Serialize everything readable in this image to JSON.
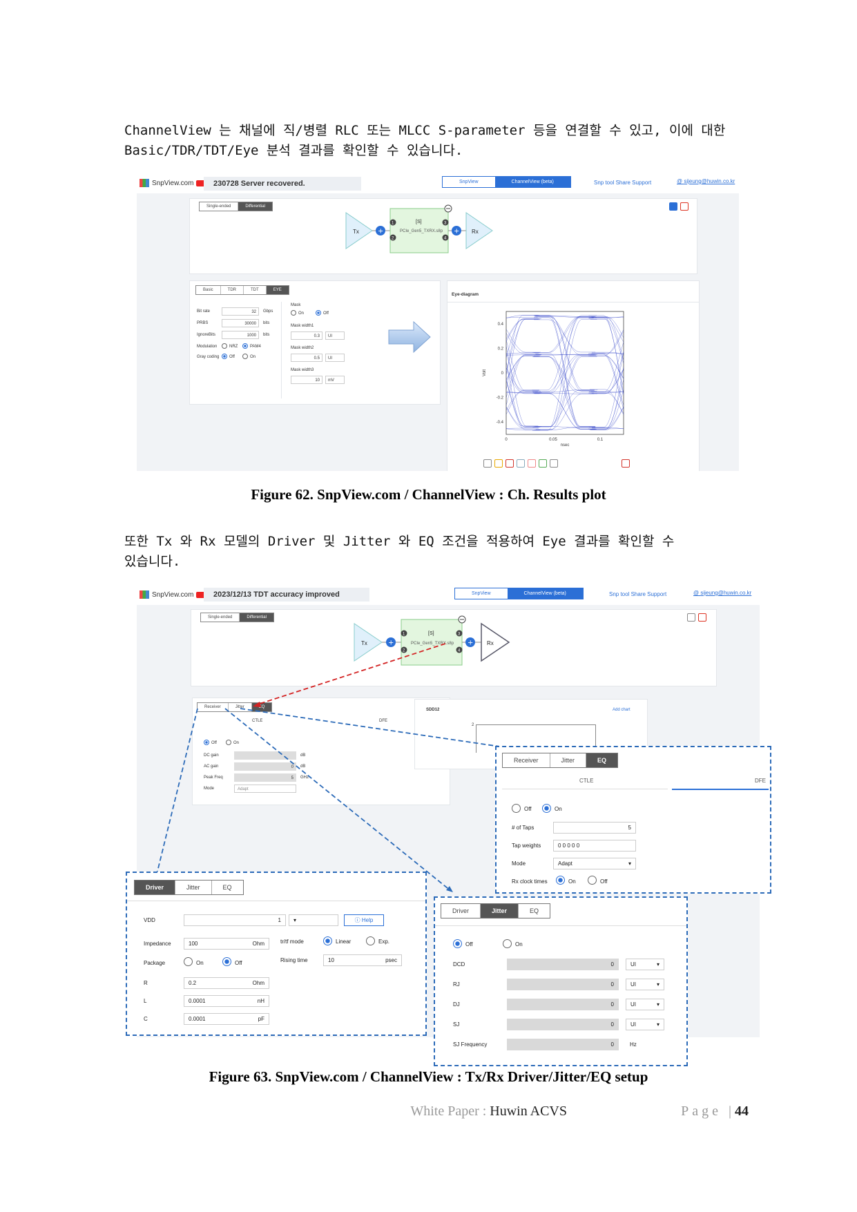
{
  "para1_line1": "ChannelView 는 채널에 직/병렬 RLC 또는 MLCC S-parameter 등을 연결할 수 있고, 이에 대한",
  "para1_line2": "Basic/TDR/TDT/Eye 분석 결과를 확인할 수 있습니다.",
  "fig62_caption": "Figure 62. SnpView.com / ChannelView : Ch. Results plot",
  "para2_line1": "또한 Tx 와 Rx 모델의 Driver 및 Jitter 와 EQ 조건을 적용하여 Eye 결과를 확인할 수",
  "para2_line2": "있습니다.",
  "fig63_caption": "Figure 63. SnpView.com / ChannelView : Tx/Rx Driver/Jitter/EQ setup",
  "footer": {
    "prefix": "White Paper : ",
    "company": "Huwin ACVS",
    "page_label": "Page",
    "sep": "|",
    "page_number": "44"
  },
  "app": {
    "logo": "SnpView.com",
    "notice1": "230728 Server recovered.",
    "notice2": "2023/12/13 TDT accuracy improved",
    "tab_snpview": "SnpView",
    "tab_channelview": "ChannelView (beta)",
    "links": "Snp tool   Share   Support",
    "user": "sijeung@huwin.co.kr",
    "mode_single": "Single-ended",
    "mode_diff": "Differential",
    "tx": "Tx",
    "rx": "Rx",
    "block_index": "[S]",
    "block_file": "PCIe_Gen5_TXRX.s8p",
    "port1": "1",
    "port2": "2",
    "port3": "3",
    "port4": "4"
  },
  "fig62": {
    "tabs": [
      "Basic",
      "TDR",
      "TDT",
      "EYE"
    ],
    "bitrate_label": "Bit rate",
    "bitrate_value": "32",
    "bitrate_unit": "Gbps",
    "prbs_label": "PRBS",
    "prbs_value": "30000",
    "prbs_unit": "bits",
    "ignore_label": "IgnoreBits",
    "ignore_value": "1000",
    "ignore_unit": "bits",
    "modulation_label": "Modulation",
    "mod_nrz": "NRZ",
    "mod_pam4": "PAM4",
    "gray_label": "Gray coding",
    "gray_off": "Off",
    "gray_on": "On",
    "mask_label": "Mask",
    "mask_on": "On",
    "mask_off": "Off",
    "mw1_label": "Mask width1",
    "mw1_value": "0.3",
    "mw1_unit": "UI",
    "mw2_label": "Mask width2",
    "mw2_value": "0.5",
    "mw2_unit": "UI",
    "mw3_label": "Mask width3",
    "mw3_value": "10",
    "mw3_unit": "mV",
    "eye_title": "Eye-diagram",
    "eye_ylabel": "Volt",
    "eye_xlabel": "nsec",
    "eye_yticks": [
      "0.4",
      "0.2",
      "0",
      "-0.2",
      "-0.4"
    ],
    "eye_xticks": [
      "0",
      "0.05",
      "0.1"
    ]
  },
  "fig63": {
    "rx_tabs": [
      "Receiver",
      "Jitter",
      "EQ"
    ],
    "ctle": "CTLE",
    "dfe": "DFE",
    "off": "Off",
    "on": "On",
    "dcgain_label": "DC gain",
    "dcgain_unit": "dB",
    "acgain_label": "AC gain",
    "acgain_value": "0",
    "acgain_unit": "dB",
    "peak_label": "Peak Freq",
    "peak_value": "5",
    "peak_unit": "GHz",
    "mode_label": "Mode",
    "mode_value": "Adapt",
    "sdd12": "SDD12",
    "add_chart": "Add chart",
    "sdd_ytick": "2",
    "taps_label": "# of Taps",
    "taps_value": "5",
    "tapw_label": "Tap weights",
    "tapw_value": "0  0  0  0  0",
    "rxclk_label": "Rx clock times",
    "drv_tabs": [
      "Driver",
      "Jitter",
      "EQ"
    ],
    "vdd_label": "VDD",
    "vdd_value": "1",
    "help": "Help",
    "imp_label": "Impedance",
    "imp_value": "100",
    "imp_unit": "Ohm",
    "trtf_label": "tr/tf mode",
    "linear": "Linear",
    "exp": "Exp.",
    "pkg_label": "Package",
    "rise_label": "Rising time",
    "rise_value": "10",
    "rise_unit": "psec",
    "r_label": "R",
    "r_value": "0.2",
    "r_unit": "Ohm",
    "l_label": "L",
    "l_value": "0.0001",
    "l_unit": "nH",
    "c_label": "C",
    "c_value": "0.0001",
    "c_unit": "pF",
    "dcd_label": "DCD",
    "rj_label": "RJ",
    "dj_label": "DJ",
    "sj_label": "SJ",
    "sjf_label": "SJ Frequency",
    "zero": "0",
    "ui": "UI",
    "hz": "Hz"
  },
  "colors": {
    "accent": "#2b6fd6",
    "dash_blue": "#2b6ab8",
    "dash_red": "#d32222",
    "block_green": "#e3f6df",
    "trace": "#2f3fc8"
  }
}
